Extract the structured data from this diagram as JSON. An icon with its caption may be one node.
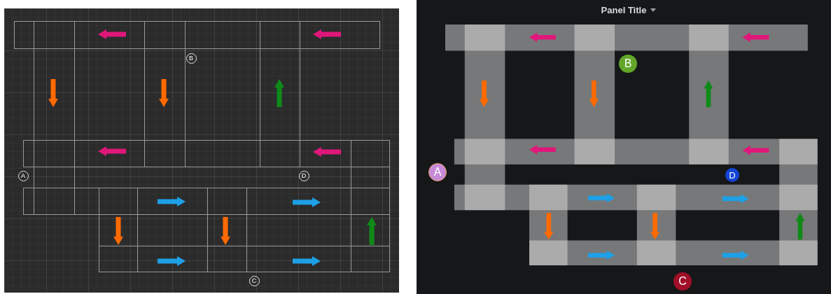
{
  "diagram": {
    "nodes": [
      {
        "text": [
          "A"
        ]
      },
      {
        "text": [
          "B"
        ]
      },
      {
        "text": [
          "C"
        ]
      },
      {
        "text": [
          "D"
        ]
      },
      {
        "text": [
          "A"
        ]
      },
      {
        "text": [
          "B"
        ]
      },
      {
        "text": [
          "C"
        ]
      },
      {
        "text": [
          "D"
        ]
      }
    ],
    "labels": [
      "Panel Title"
    ]
  }
}
